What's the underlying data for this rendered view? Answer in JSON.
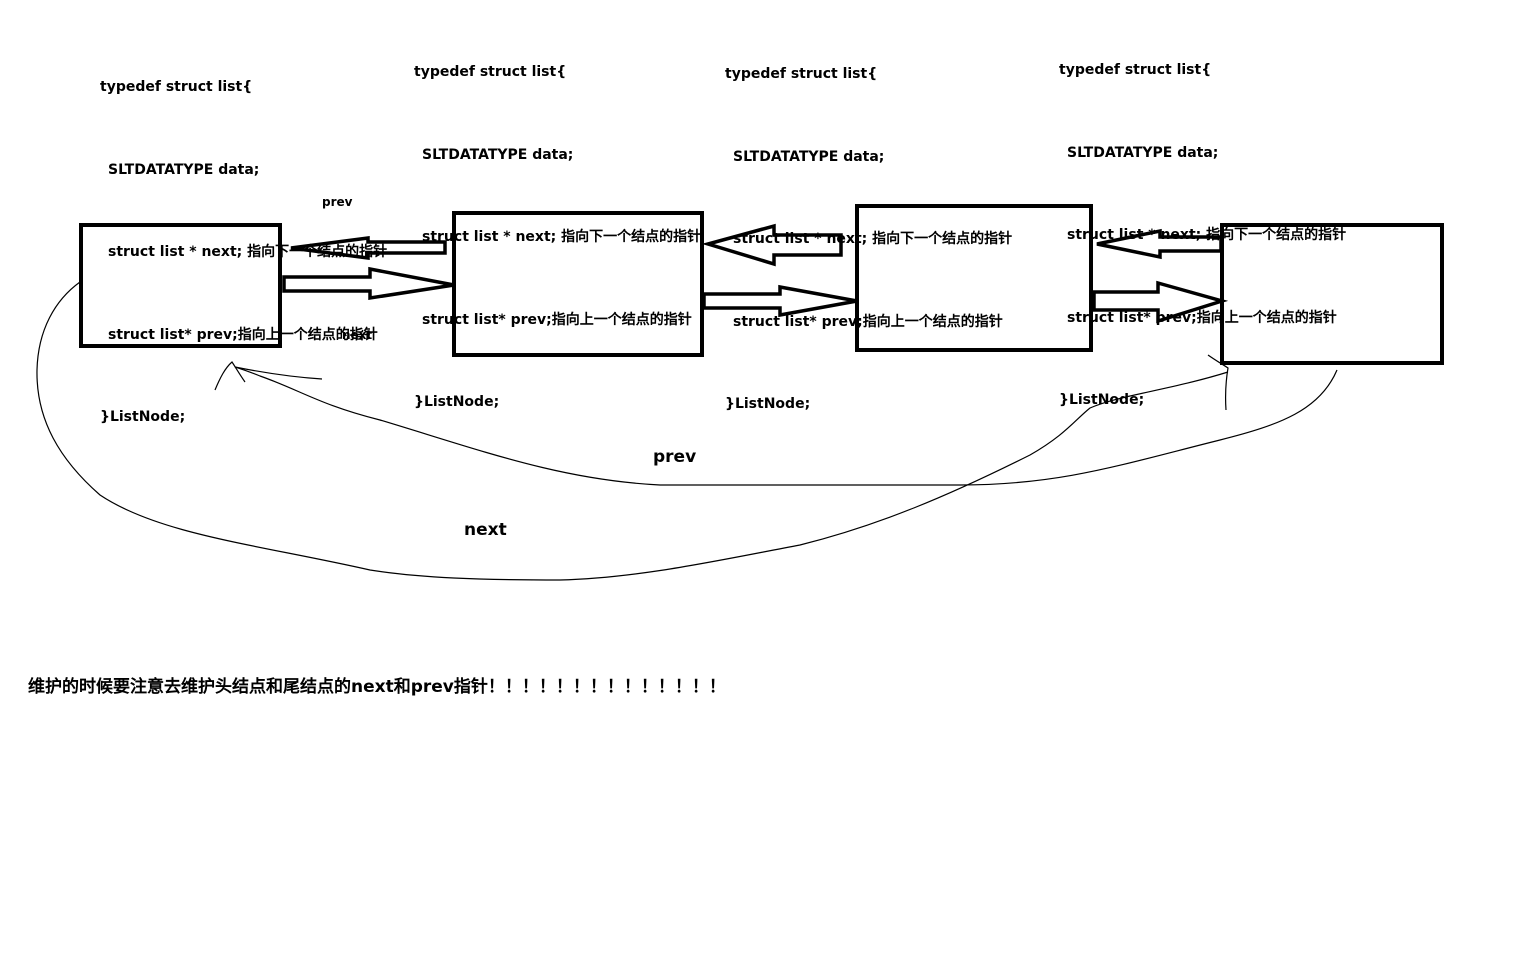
{
  "structs": [
    {
      "lines": [
        "typedef struct list{",
        "SLTDATATYPE data;",
        "struct list * next; 指向下一个结点的指针",
        "struct list* prev;指向上一个结点的指针",
        "}ListNode;"
      ]
    },
    {
      "lines": [
        "typedef struct list{",
        "SLTDATATYPE data;",
        "struct list * next; 指向下一个结点的指针",
        "struct list* prev;指向上一个结点的指针",
        "}ListNode;"
      ]
    },
    {
      "lines": [
        "typedef struct list{",
        "SLTDATATYPE data;",
        "struct list * next; 指向下一个结点的指针",
        "struct list* prev;指向上一个结点的指针",
        "}ListNode;"
      ]
    },
    {
      "lines": [
        "typedef struct list{",
        "SLTDATATYPE data;",
        "struct list * next; 指向下一个结点的指针",
        "struct list* prev;指向上一个结点的指针",
        "}ListNode;"
      ]
    }
  ],
  "labels": {
    "prev_small": "prev",
    "next_small": "next",
    "prev_big": "prev",
    "next_big": "next"
  },
  "footer_note": "维护的时候要注意去维护头结点和尾结点的next和prev指针！！！！！！！！！！！！！！"
}
